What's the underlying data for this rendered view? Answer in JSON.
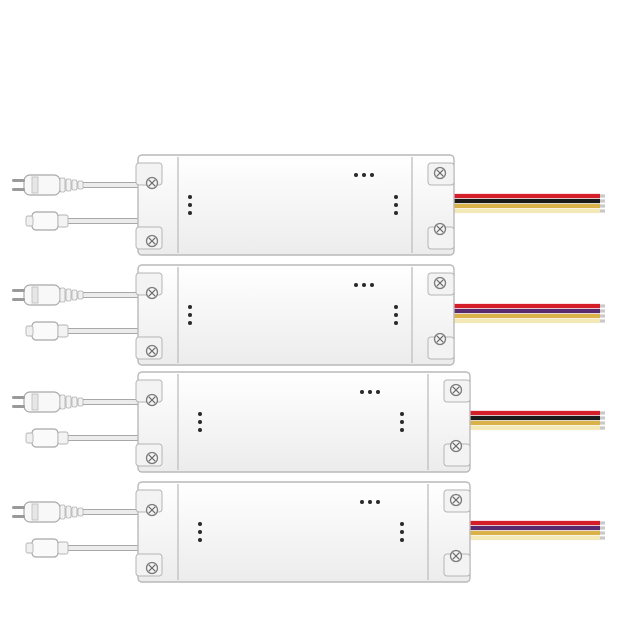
{
  "scene": {
    "description_visible_text": "",
    "drivers": [
      {
        "id": "driver-1",
        "wire_colors": [
          "#d41f2a",
          "#1a1a1a",
          "#d9b24a",
          "#f2e8b8"
        ]
      },
      {
        "id": "driver-2",
        "wire_colors": [
          "#d41f2a",
          "#5a2a6e",
          "#d9b24a",
          "#f2e8b8"
        ]
      },
      {
        "id": "driver-3",
        "wire_colors": [
          "#d41f2a",
          "#1a1a1a",
          "#d9b24a",
          "#f2e8b8"
        ]
      },
      {
        "id": "driver-4",
        "wire_colors": [
          "#d41f2a",
          "#5a2a6e",
          "#d9b24a",
          "#f2e8b8"
        ]
      }
    ],
    "colors": {
      "housing": "#f7f7f7",
      "housing_edge": "#b9b9b9",
      "cable": "#ececec",
      "cable_edge": "#a8a8a8",
      "vent": "#2b2b2b"
    }
  }
}
